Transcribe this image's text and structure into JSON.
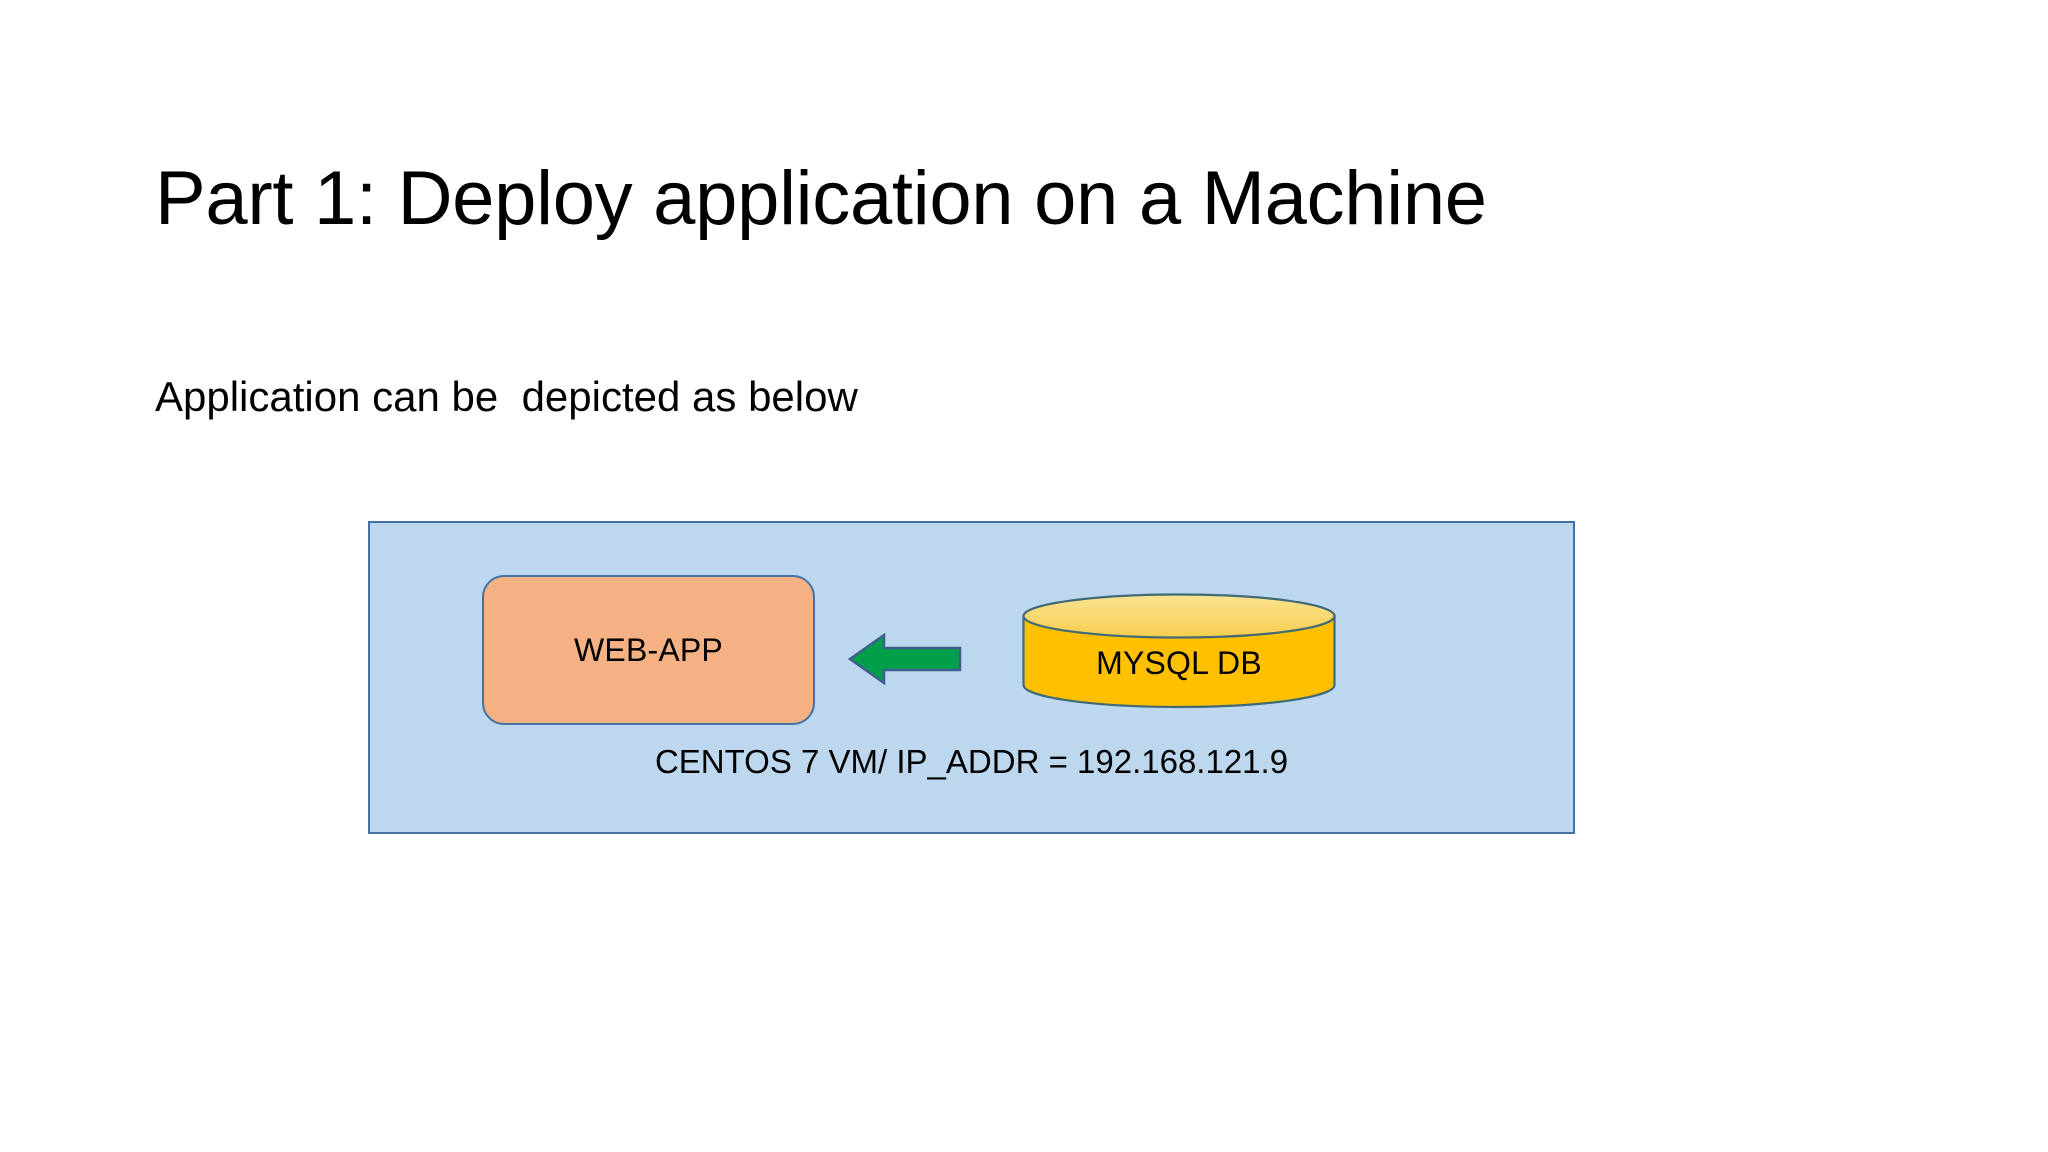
{
  "slide": {
    "title": "Part 1: Deploy application on a Machine",
    "subtitle": "Application can be  depicted as below"
  },
  "diagram": {
    "container": {
      "caption": "CENTOS 7 VM/ IP_ADDR = 192.168.121.9",
      "fill_color": "#BDD7EE",
      "border_color": "#4472A4"
    },
    "webapp": {
      "label": "WEB-APP",
      "fill_color": "#F4B183",
      "border_color": "#4472A4"
    },
    "database": {
      "label": "MYSQL DB",
      "fill_color": "#FFC000",
      "top_fill_color": "#FAE08A",
      "border_color": "#3F6A76"
    },
    "arrow": {
      "direction": "left",
      "from": "MYSQL DB",
      "to": "WEB-APP",
      "fill_color": "#00A04B",
      "border_color": "#3F5E8C"
    }
  }
}
